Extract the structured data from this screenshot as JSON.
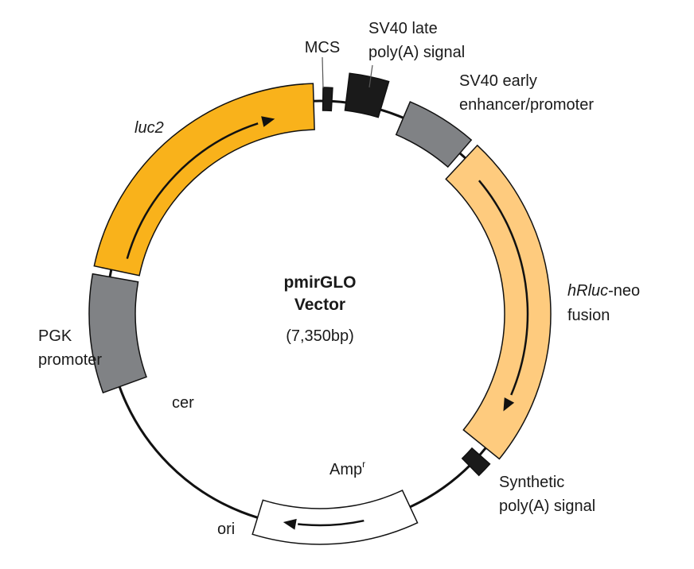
{
  "title": {
    "line1": "pmirGLO",
    "line2": "Vector",
    "size": "(7,350bp)"
  },
  "colors": {
    "backbone": "#111111",
    "luc2": "#f9b21b",
    "hrluc_neo": "#fecb7e",
    "promoter_gray": "#808285",
    "black_feature": "#1a1a1a",
    "ampr": "#ffffff"
  },
  "labels": {
    "mcs": "MCS",
    "sv40_late_1": "SV40 late",
    "sv40_late_2": "poly(A) signal",
    "sv40_early_1": "SV40 early",
    "sv40_early_2": "enhancer/promoter",
    "luc2": "luc2",
    "hrluc_italic": "hRluc",
    "hrluc_rest": "-neo",
    "hrluc_line2": "fusion",
    "pgk_1": "PGK",
    "pgk_2": "promoter",
    "cer": "cer",
    "ampr_base": "Amp",
    "ampr_sup": "r",
    "synth_1": "Synthetic",
    "synth_2": "poly(A) signal",
    "ori": "ori"
  }
}
